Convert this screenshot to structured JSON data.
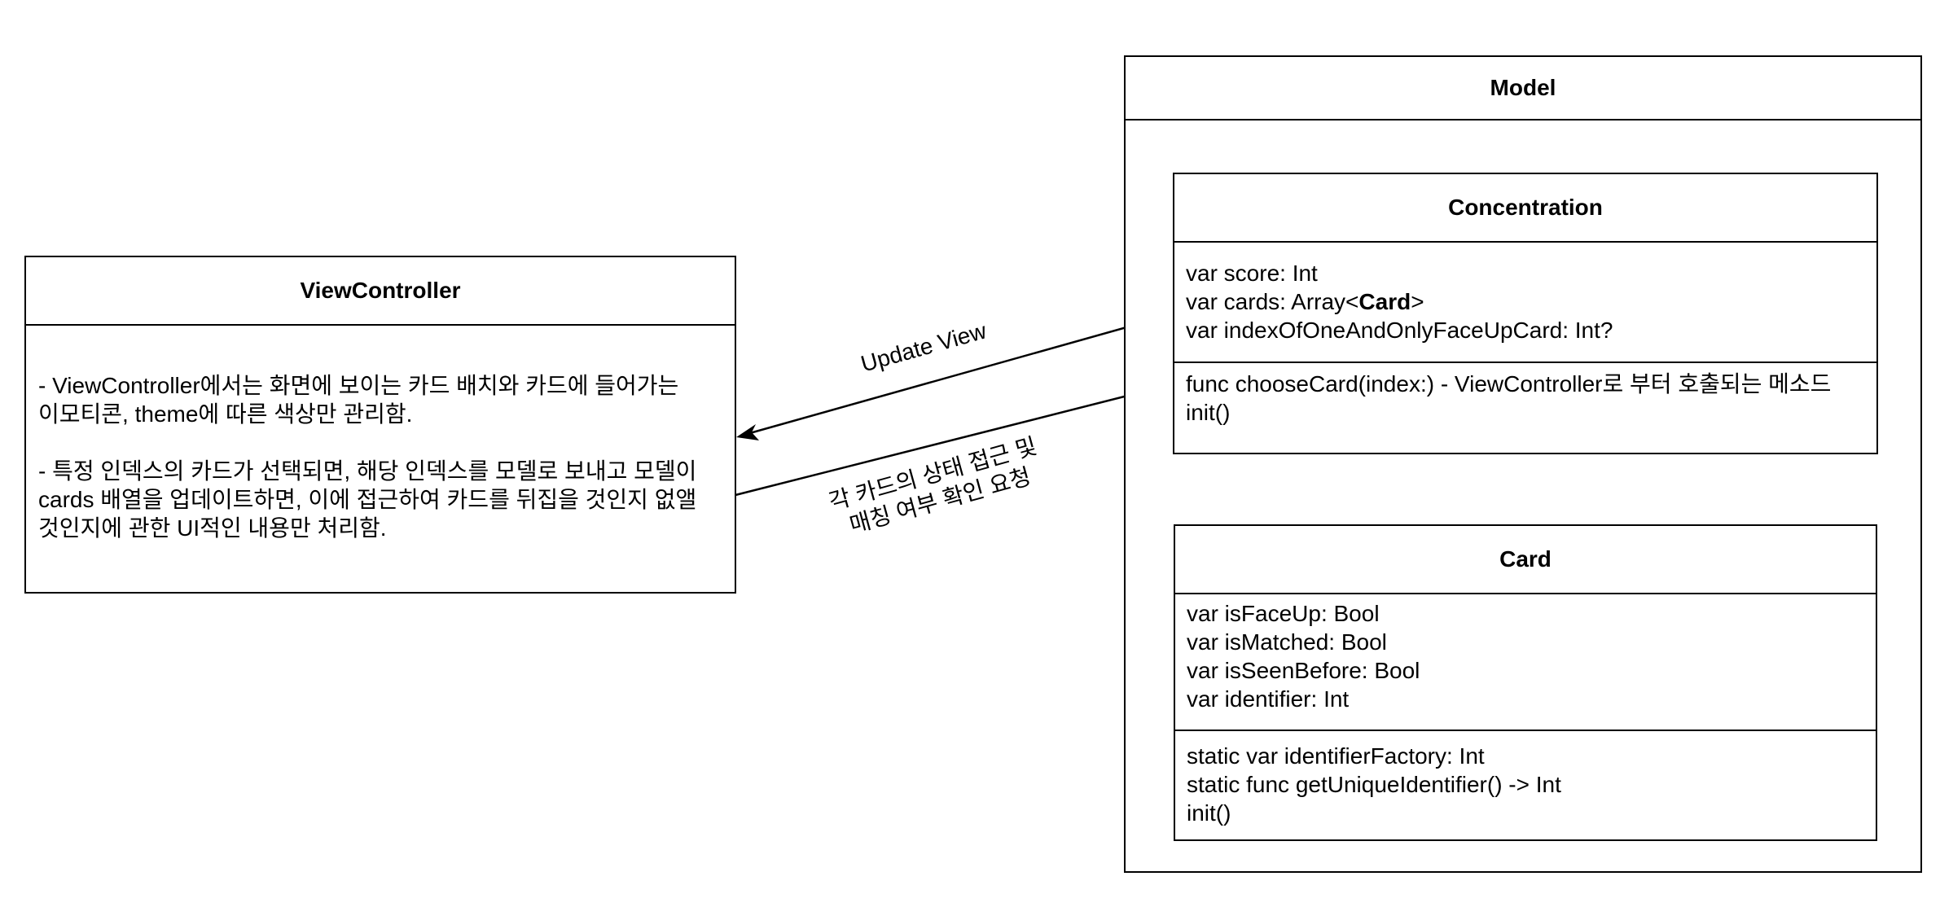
{
  "view_controller": {
    "title": "ViewController",
    "description": [
      "- ViewController에서는 화면에 보이는 카드 배치와 카드에 들어가는",
      "이모티콘, theme에 따른 색상만 관리함.",
      "- 특정 인덱스의 카드가 선택되면, 해당 인덱스를 모델로 보내고 모델이",
      "cards 배열을 업데이트하면, 이에 접근하여 카드를 뒤집을 것인지 없앨",
      "것인지에 관한 UI적인 내용만 처리함."
    ]
  },
  "model": {
    "title": "Model",
    "concentration": {
      "title": "Concentration",
      "properties": {
        "score": "var score: Int",
        "cards_prefix": "var cards: Array<",
        "cards_type": "Card",
        "cards_suffix": ">",
        "index": "var indexOfOneAndOnlyFaceUpCard: Int?"
      },
      "methods": [
        "func chooseCard(index:) - ViewController로 부터 호출되는 메소드",
        "init()"
      ]
    },
    "card": {
      "title": "Card",
      "properties": [
        "var isFaceUp: Bool",
        "var isMatched: Bool",
        "var isSeenBefore: Bool",
        "var identifier: Int"
      ],
      "methods": [
        "static var identifierFactory: Int",
        "static func getUniqueIdentifier() -> Int",
        "init()"
      ]
    }
  },
  "edges": {
    "update_view": "Update View",
    "request_line1": "각 카드의 상태 접근 및",
    "request_line2": "매칭 여부 확인 요청"
  }
}
